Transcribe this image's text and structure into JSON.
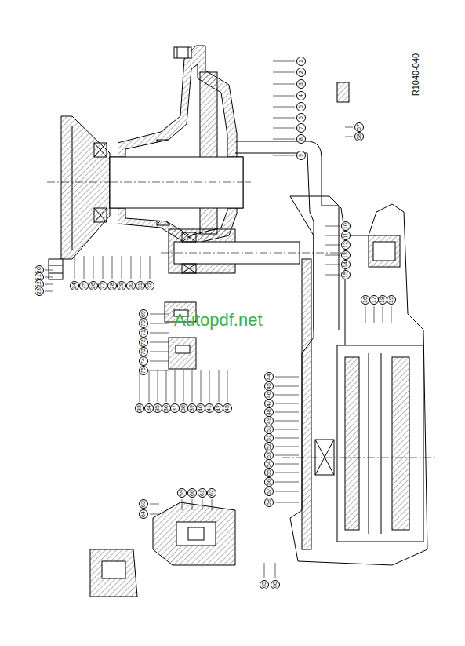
{
  "diagram": {
    "labels": [
      "R1040-040",
      "Autopdf.net",
      "1",
      "2",
      "3",
      "4",
      "5",
      "6",
      "7",
      "8",
      "9",
      "10",
      "11",
      "12",
      "13",
      "14",
      "15",
      "16",
      "17",
      "18",
      "19",
      "20",
      "21",
      "22",
      "23",
      "24",
      "25",
      "26",
      "27",
      "28",
      "29",
      "30",
      "31",
      "32",
      "33",
      "34",
      "35",
      "36",
      "37",
      "38",
      "39",
      "40",
      "41",
      "42",
      "43",
      "44",
      "45",
      "46",
      "47",
      "48",
      "49",
      "50",
      "51",
      "52",
      "53",
      "54",
      "55",
      "56",
      "57",
      "58",
      "59",
      "60",
      "61",
      "62",
      "63",
      "64",
      "65",
      "66",
      "67",
      "68",
      "69",
      "70",
      "71",
      "72",
      "73",
      "74",
      "75"
    ]
  }
}
